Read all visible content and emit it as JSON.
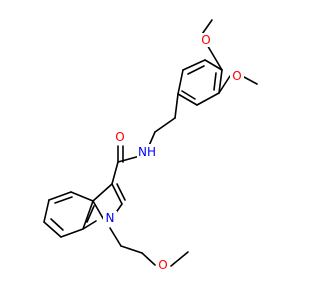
{
  "molecule": {
    "atoms": {
      "o_methoxy_top": {
        "text": "O",
        "color": "#ff0000"
      },
      "o_methoxy_right": {
        "text": "O",
        "color": "#ff0000"
      },
      "o_carbonyl": {
        "text": "O",
        "color": "#ff0000"
      },
      "nh_amide": {
        "text": "NH",
        "color": "#0000ff"
      },
      "n_indole": {
        "text": "N",
        "color": "#0000ff"
      },
      "o_ether": {
        "text": "O",
        "color": "#ff0000"
      }
    }
  }
}
